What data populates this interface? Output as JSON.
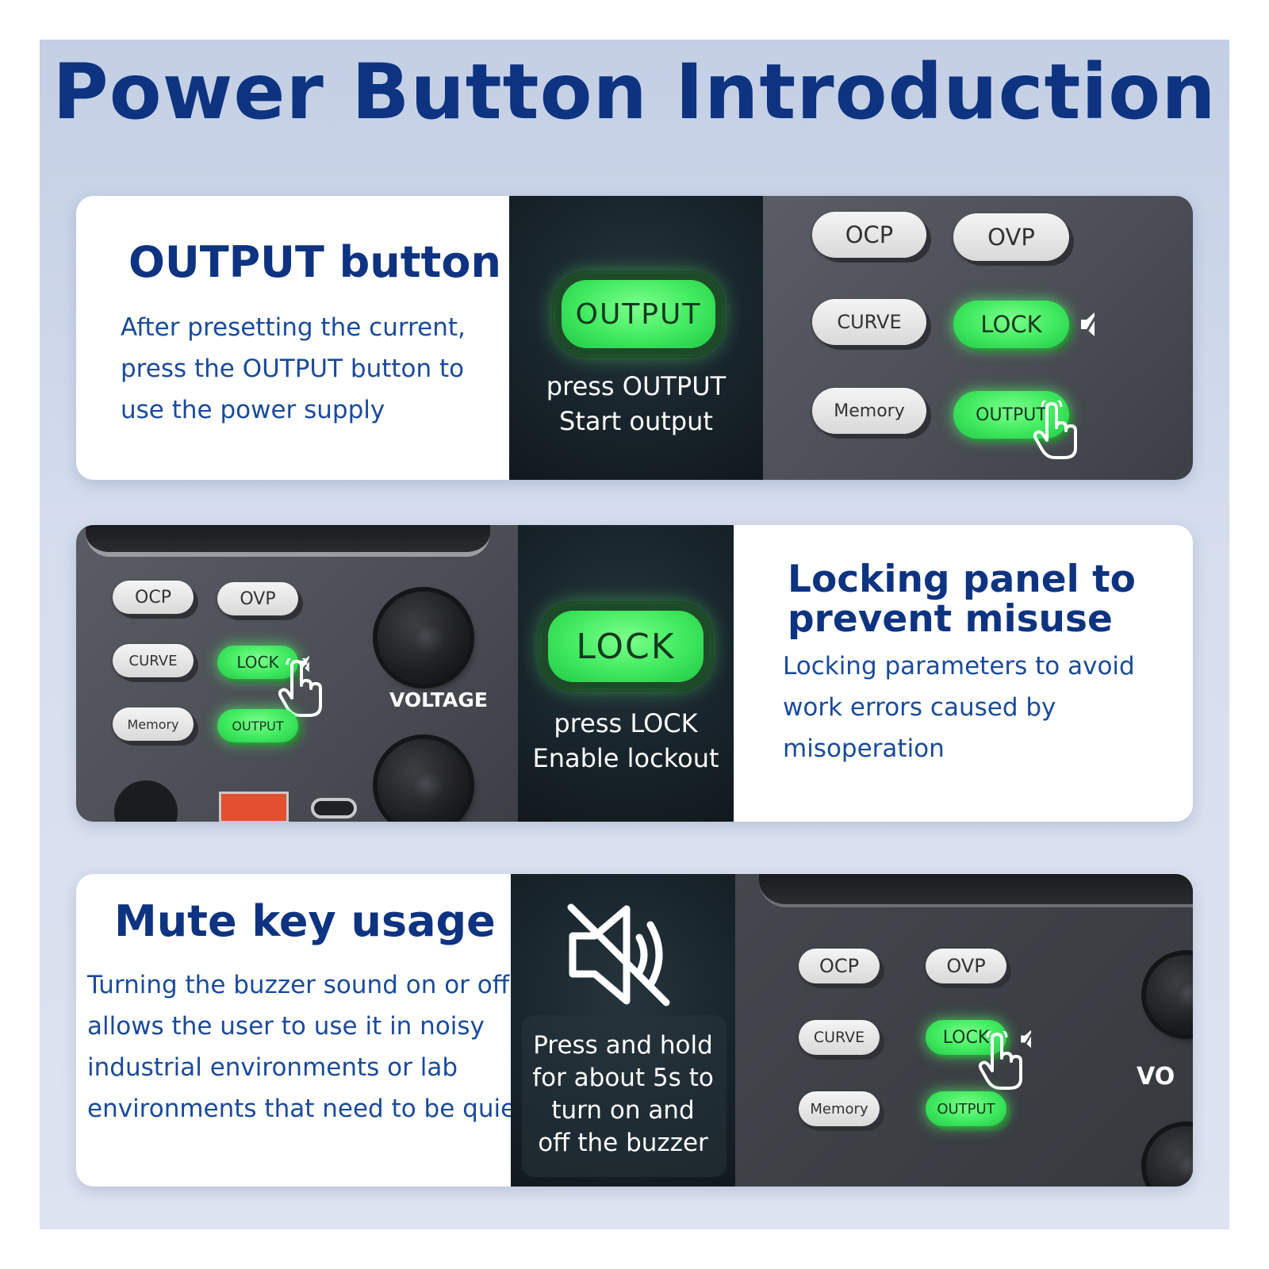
{
  "title": "Power Button Introduction",
  "sections": [
    {
      "heading": "OUTPUT button",
      "description_lines": [
        "After presetting the current,",
        "press the OUTPUT button to",
        "use the power supply"
      ],
      "highlight_button": "OUTPUT",
      "caption_lines": [
        "press OUTPUT",
        "Start output"
      ]
    },
    {
      "heading_lines": [
        "Locking panel to",
        "prevent misuse"
      ],
      "description_lines": [
        "Locking parameters to avoid",
        "work errors caused by",
        "misoperation"
      ],
      "highlight_button": "LOCK",
      "caption_lines": [
        "press LOCK",
        "Enable lockout"
      ],
      "panel_label": "VOLTAGE"
    },
    {
      "heading": "Mute key usage",
      "description_lines": [
        "Turning the buzzer sound on or off ,",
        "allows the user to use it in noisy",
        "industrial environments or lab",
        "environments that need to be quiet."
      ],
      "icon": "mute-speaker-icon",
      "caption_lines": [
        "Press and hold",
        "for about 5s to",
        "turn on and",
        "off the buzzer"
      ],
      "panel_label_partial": "VO"
    }
  ],
  "panel_buttons": {
    "ocp": "OCP",
    "ovp": "OVP",
    "curve": "CURVE",
    "lock": "LOCK",
    "memory": "Memory",
    "output": "OUTPUT"
  },
  "colors": {
    "title": "#0d3381",
    "text": "#1a4a9a",
    "glow_green": "#3fe95e",
    "dark_panel": "#18242b"
  }
}
